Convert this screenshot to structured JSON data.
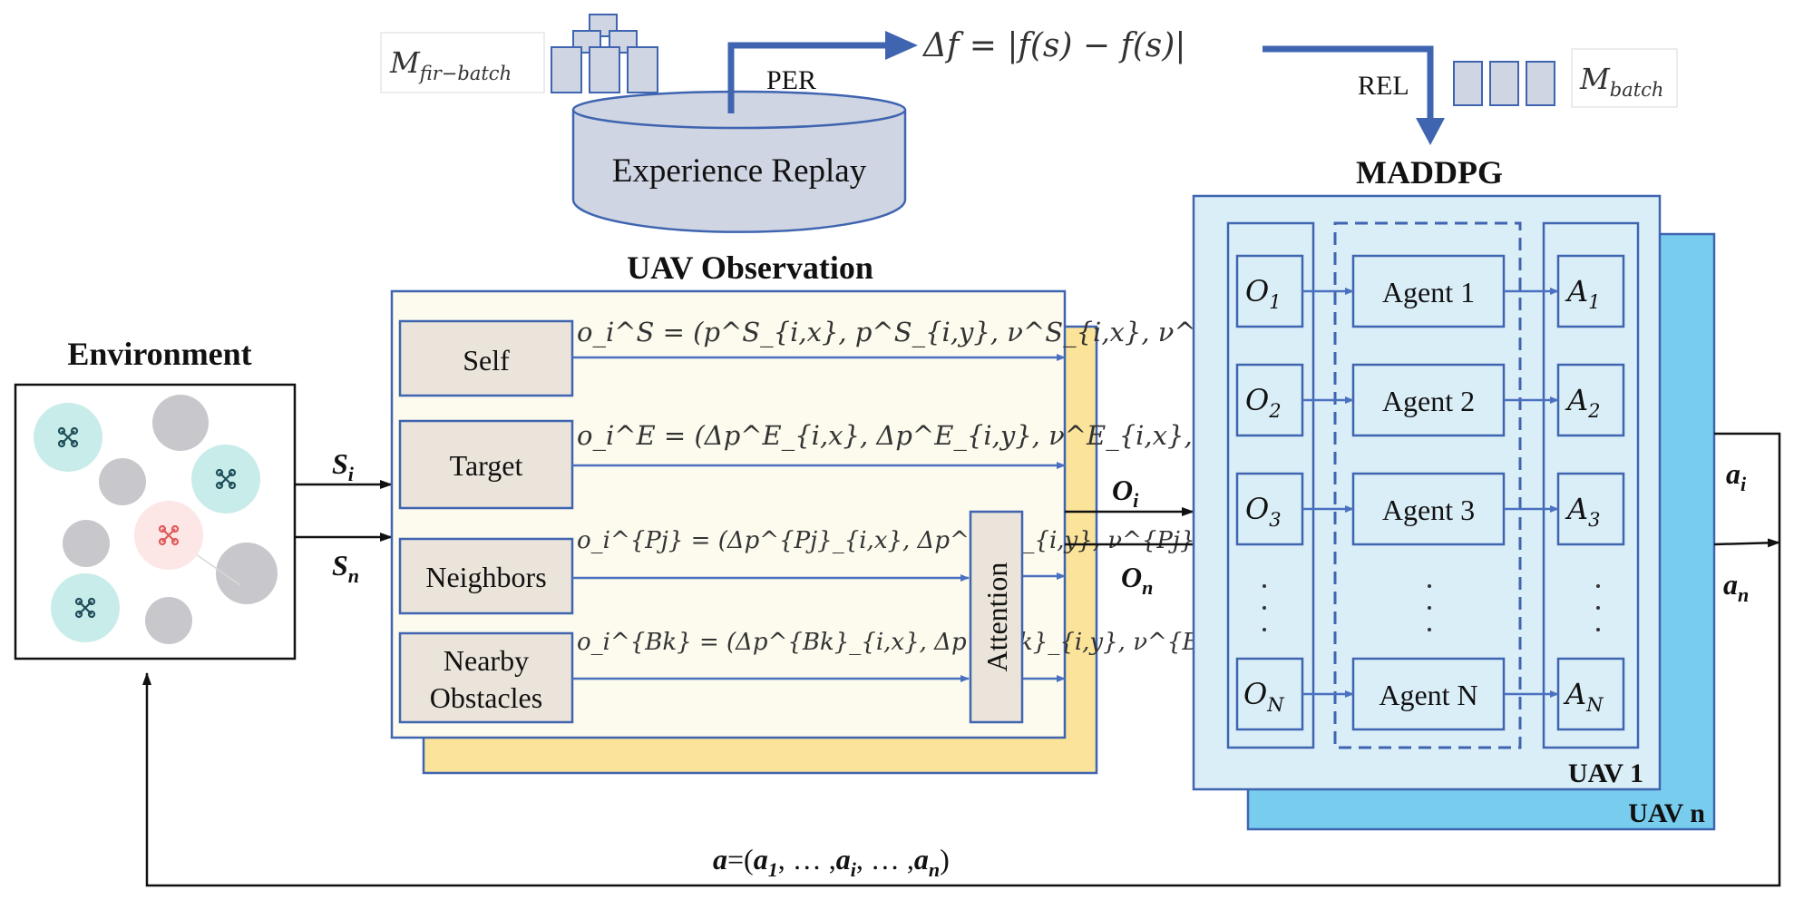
{
  "replay": {
    "label": "Experience Replay",
    "per_label": "PER",
    "rel_label": "REL",
    "first_batch_label": "M",
    "first_batch_sub": "fir−batch",
    "batch_label": "M",
    "batch_sub": "batch",
    "delta_formula": "Δf = |f(s) − f(s)|"
  },
  "environment": {
    "title": "Environment",
    "input_si": "S",
    "input_si_sub": "i",
    "input_sn": "S",
    "input_sn_sub": "n"
  },
  "observation": {
    "title": "UAV Observation",
    "rows": [
      {
        "label": "Self",
        "formula": "o_i^S = (p^S_{i,x}, p^S_{i,y}, ν^S_{i,x}, ν^S_{i,y})"
      },
      {
        "label": "Target",
        "formula": "o_i^E = (Δp^E_{i,x}, Δp^E_{i,y}, ν^E_{i,x}, ν^E_{i,y})"
      },
      {
        "label": "Neighbors",
        "formula": "o_i^{Pj} = (Δp^{Pj}_{i,x}, Δp^{Pj}_{i,y}, ν^{Pj}_{i,x}, ν^{Pj}_{i,y})"
      },
      {
        "label_line1": "Nearby",
        "label_line2": "Obstacles",
        "formula": "o_i^{Bk} = (Δp^{Bk}_{i,x}, Δp^{Bk}_{i,y}, ν^{Bk}_{i,x}, ν^{Bk}_{i,y})"
      }
    ],
    "attention_label": "Attention",
    "output_oi": "O",
    "output_oi_sub": "i",
    "output_on": "O",
    "output_on_sub": "n"
  },
  "maddpg": {
    "title": "MADDPG",
    "uav1_label": "UAV 1",
    "uavn_label": "UAV n",
    "observations": [
      {
        "base": "O",
        "sub": "1"
      },
      {
        "base": "O",
        "sub": "2"
      },
      {
        "base": "O",
        "sub": "3"
      },
      {
        "base": "O",
        "sub": "N"
      }
    ],
    "agents": [
      "Agent 1",
      "Agent 2",
      "Agent 3",
      "Agent N"
    ],
    "actions": [
      {
        "base": "A",
        "sub": "1"
      },
      {
        "base": "A",
        "sub": "2"
      },
      {
        "base": "A",
        "sub": "3"
      },
      {
        "base": "A",
        "sub": "N"
      }
    ],
    "output_ai": "a",
    "output_ai_sub": "i",
    "output_an": "a",
    "output_an_sub": "n"
  },
  "feedback": {
    "lhs": "a",
    "eq": "=(",
    "a1": "a",
    "a1_sub": "1",
    "dots1": ", … ,",
    "ai": "a",
    "ai_sub": "i",
    "dots2": ", … ,",
    "an": "a",
    "an_sub": "n",
    "close": ")"
  },
  "colors": {
    "blue_line": "#3f64b0",
    "light_blue": "#daeef8",
    "mid_blue": "#78cdef",
    "observation_bg": "#fdfaee",
    "observation_shadow": "#fbe49a",
    "tan_box": "#ebe4da",
    "teal_circle": "#c8ecea",
    "grey_circle": "#c8c8cc",
    "pink_circle": "#fce6e6"
  }
}
